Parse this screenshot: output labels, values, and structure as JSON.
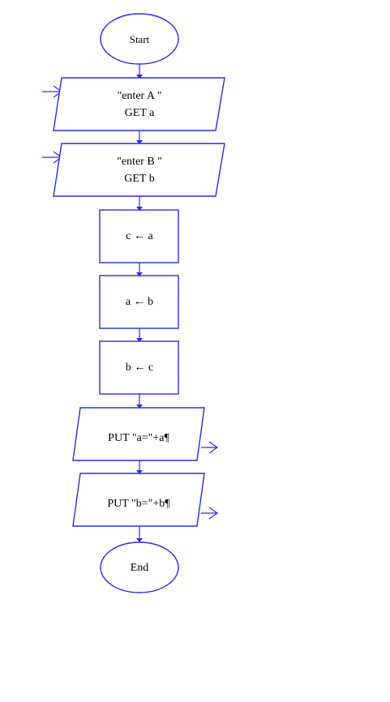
{
  "flowchart": {
    "start": "Start",
    "input_a": {
      "prompt": "\"enter A \"",
      "cmd": "GET a"
    },
    "input_b": {
      "prompt": "\"enter B \"",
      "cmd": "GET b"
    },
    "assign_1": "c ← a",
    "assign_2": "a ← b",
    "assign_3": "b ← c",
    "output_a": "PUT \"a=\"+a¶",
    "output_b": "PUT \"b=\"+b¶",
    "end": "End"
  },
  "colors": {
    "stroke": "#2a2aee",
    "text": "#000000",
    "background": "#ffffff"
  }
}
